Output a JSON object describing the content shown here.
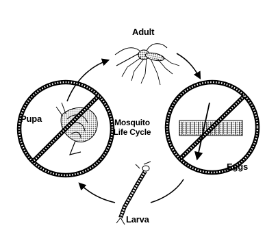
{
  "diagram": {
    "center_title_line1": "Mosquito",
    "center_title_line2": "Life Cycle",
    "stages": {
      "adult": "Adult",
      "eggs": "Eggs",
      "larva": "Larva",
      "pupa": "Pupa"
    },
    "prohibited_stages": [
      "eggs",
      "pupa"
    ],
    "colors": {
      "ink": "#000000",
      "paper": "#ffffff",
      "halftone": "#8a8a8a"
    }
  }
}
